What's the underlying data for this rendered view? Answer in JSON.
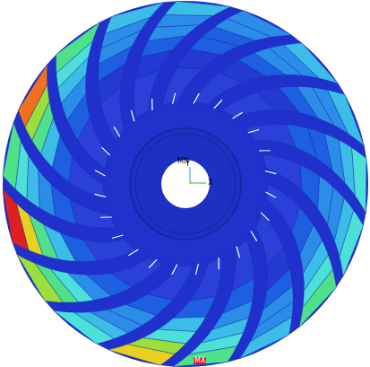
{
  "diagram": {
    "labels": [
      "MN",
      "Y",
      "X",
      "MX"
    ]
  }
}
